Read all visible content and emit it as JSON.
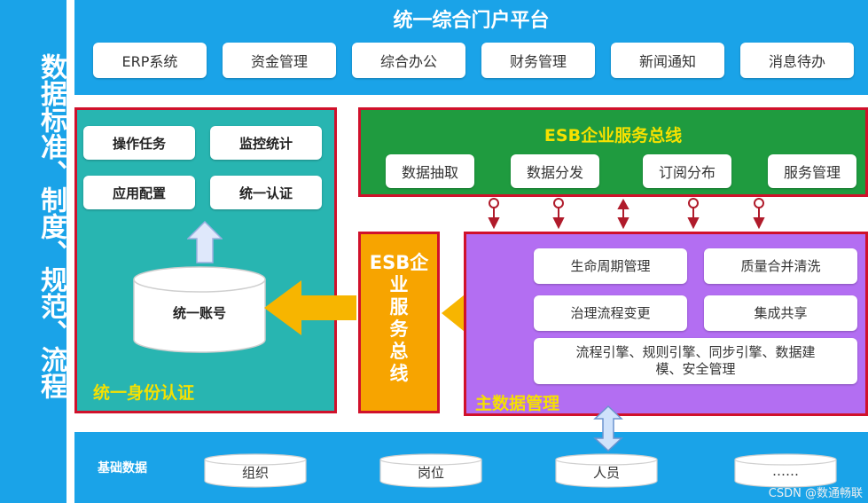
{
  "sidebar": {
    "text": "数据标准、制度、规范、流程"
  },
  "portal": {
    "title": "统一综合门户平台",
    "items": [
      "ERP系统",
      "资金管理",
      "综合办公",
      "财务管理",
      "新闻通知",
      "消息待办"
    ]
  },
  "identity": {
    "buttons": [
      "操作任务",
      "监控统计",
      "应用配置",
      "统一认证"
    ],
    "account": "统一账号",
    "title": "统一身份认证"
  },
  "esb_top": {
    "title": "ESB企业服务总线",
    "items": [
      "数据抽取",
      "数据分发",
      "订阅分布",
      "服务管理"
    ]
  },
  "esb_vertical": {
    "text": "ESB企业服务总线"
  },
  "mdm": {
    "items": [
      "生命周期管理",
      "质量合并清洗",
      "治理流程变更",
      "集成共享"
    ],
    "engines": "流程引擎、规则引擎、同步引擎、数据建模、安全管理",
    "title": "主数据管理"
  },
  "base": {
    "label": "基础数据",
    "items": [
      "组织",
      "岗位",
      "人员",
      "……"
    ]
  },
  "watermark": "CSDN @数通畅联",
  "colors": {
    "blue": "#1aa3e8",
    "teal": "#28b5b1",
    "green": "#1f9b3f",
    "orange": "#f7a400",
    "purple": "#b36ef2",
    "red_border": "#d0112b",
    "yellow_text": "#f6e100"
  }
}
